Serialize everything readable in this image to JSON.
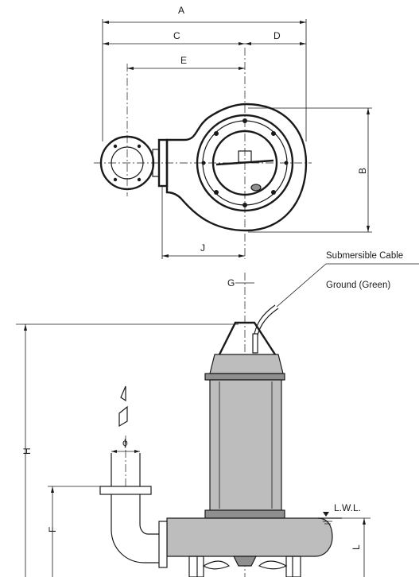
{
  "plan_view": {
    "dimension_labels": {
      "a": "A",
      "b": "B",
      "c": "C",
      "d": "D",
      "e": "E",
      "j": "J"
    }
  },
  "elevation_view": {
    "dimension_labels": {
      "f": "F",
      "g": "G",
      "h": "H",
      "l": "L"
    },
    "phi_label": "ϕ",
    "water_level_label": "L.W.L.",
    "cable_note": "Submersible Cable",
    "ground_note": "Ground (Green)"
  }
}
